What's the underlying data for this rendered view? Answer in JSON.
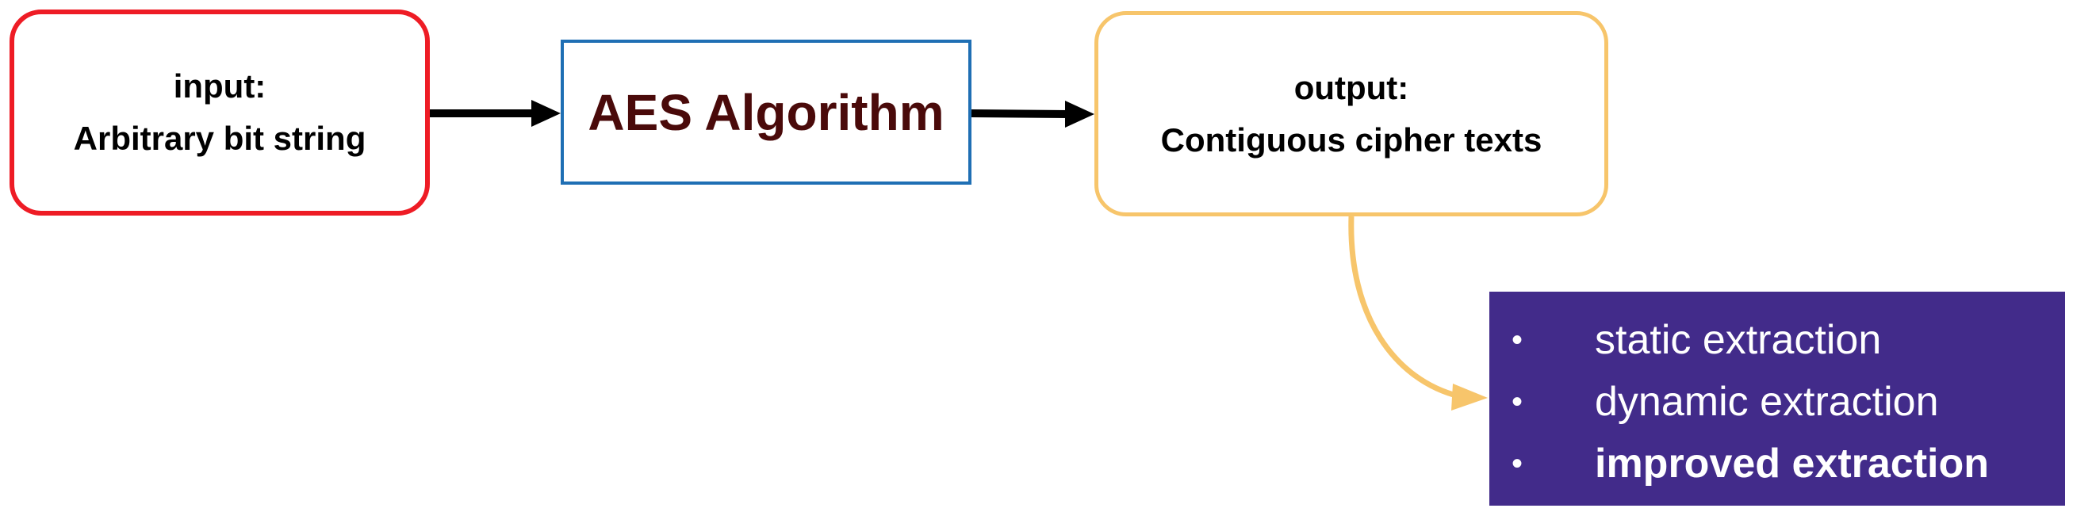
{
  "input_box": {
    "heading": "input:",
    "text": "Arbitrary bit string"
  },
  "algorithm_box": {
    "title": "AES Algorithm"
  },
  "output_box": {
    "heading": "output:",
    "text": "Contiguous cipher texts"
  },
  "extraction_methods": [
    {
      "bullet": "•",
      "label": "static extraction",
      "bold": false
    },
    {
      "bullet": "•",
      "label": "dynamic extraction",
      "bold": false
    },
    {
      "bullet": "•",
      "label": "improved extraction",
      "bold": true
    }
  ],
  "colors": {
    "input_border": "#ee1c25",
    "algorithm_border": "#1f6fb4",
    "algorithm_title": "#4a0a0a",
    "output_border": "#f7c56b",
    "method_box_fill": "#422b8a",
    "arrow": "#000000",
    "curve_arrow": "#f7c56b"
  }
}
